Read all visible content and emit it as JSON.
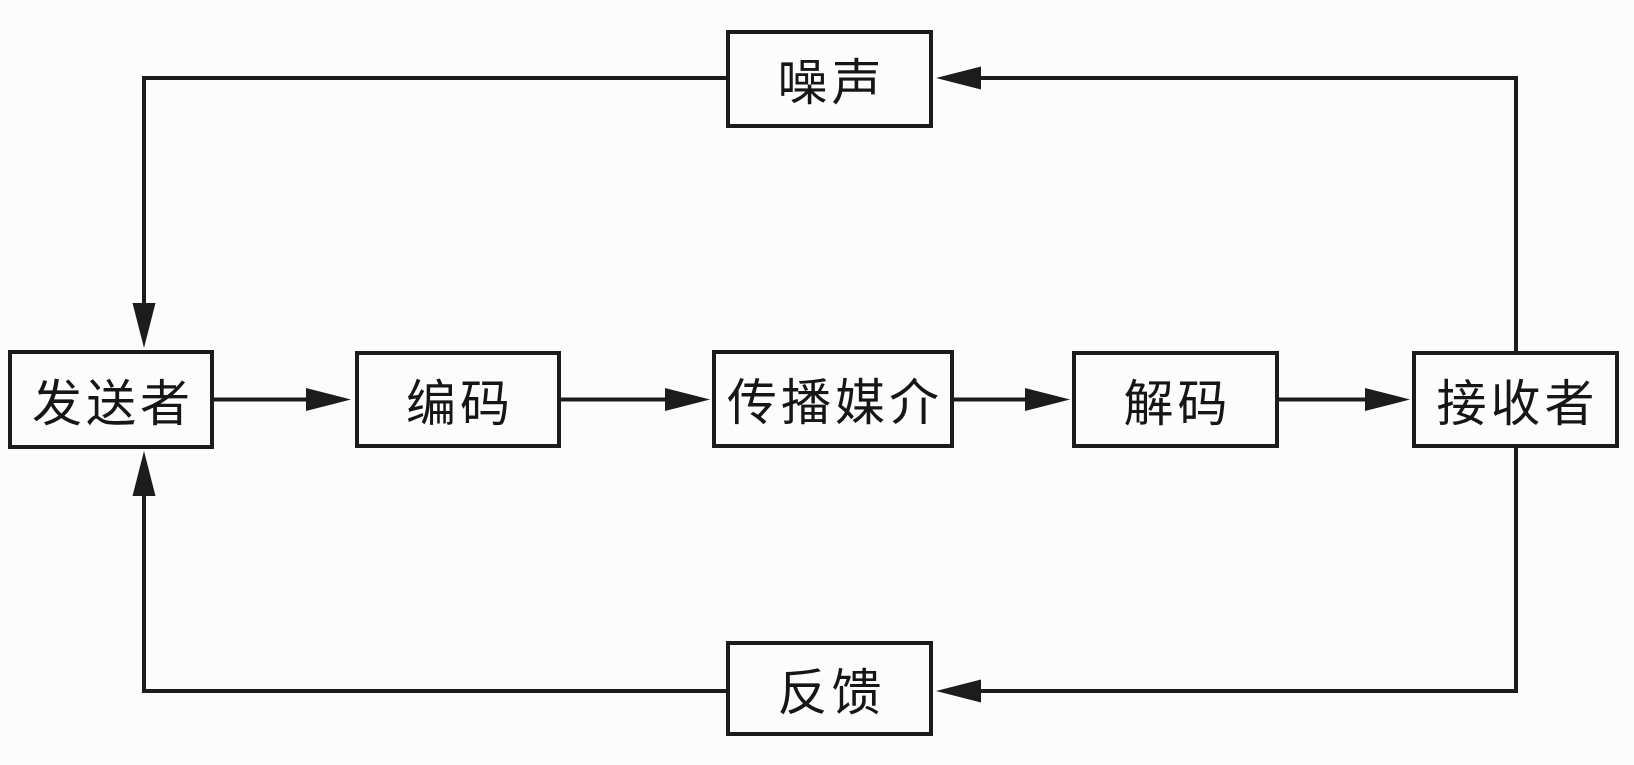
{
  "diagram": {
    "nodes": {
      "noise": {
        "label": "噪声"
      },
      "sender": {
        "label": "发送者"
      },
      "encode": {
        "label": "编码"
      },
      "medium": {
        "label": "传播媒介"
      },
      "decode": {
        "label": "解码"
      },
      "receiver": {
        "label": "接收者"
      },
      "feedback": {
        "label": "反馈"
      }
    },
    "edges": [
      {
        "from": "sender",
        "to": "encode"
      },
      {
        "from": "encode",
        "to": "medium"
      },
      {
        "from": "medium",
        "to": "decode"
      },
      {
        "from": "decode",
        "to": "receiver"
      },
      {
        "from": "receiver",
        "to": "noise"
      },
      {
        "from": "noise",
        "to": "sender"
      },
      {
        "from": "receiver",
        "to": "feedback"
      },
      {
        "from": "feedback",
        "to": "sender"
      }
    ],
    "colors": {
      "line": "#1c1c1c",
      "box_border": "#1c1c1c",
      "background": "#fcfcfc",
      "text": "#161616"
    }
  }
}
